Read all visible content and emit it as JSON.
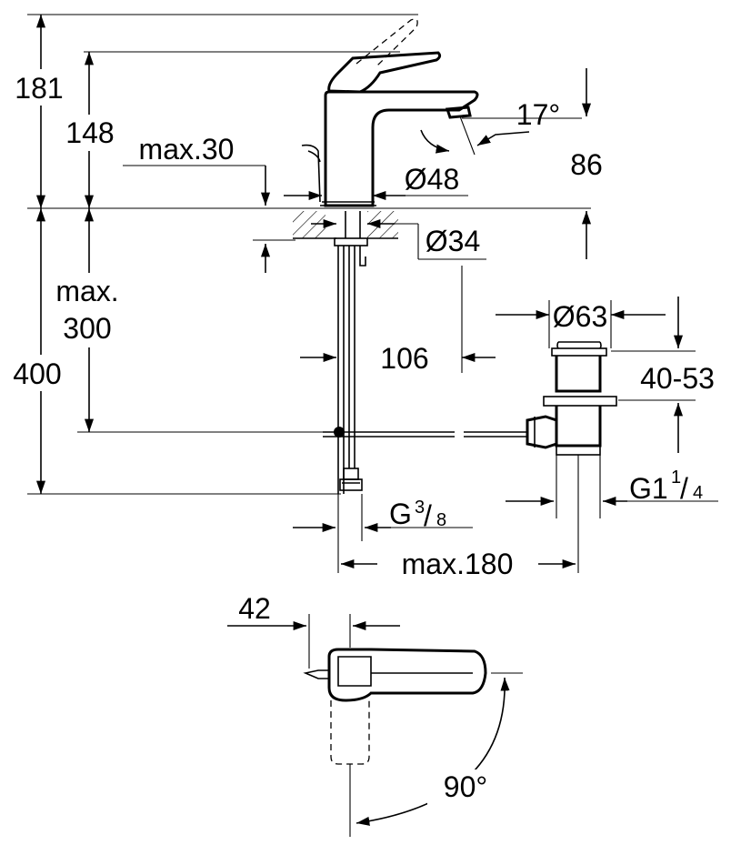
{
  "dimensions": {
    "height_total": "181",
    "height_spout": "148",
    "deck_thickness": "max.30",
    "base_diameter": "Ø48",
    "hole_diameter": "Ø34",
    "spout_angle": "17°",
    "spout_height": "86",
    "supply_length_max": "max.",
    "supply_length_value": "300",
    "total_depth": "400",
    "spout_projection": "106",
    "waste_diameter": "Ø63",
    "waste_adjust": "40-53",
    "waste_thread": "G1",
    "waste_thread_num": "1",
    "waste_thread_den": "4",
    "supply_thread": "G",
    "supply_thread_num": "3",
    "supply_thread_den": "8",
    "rod_length": "max.180",
    "lever_offset": "42",
    "lever_rotation": "90°"
  },
  "colors": {
    "line": "#000000",
    "background": "#ffffff"
  }
}
